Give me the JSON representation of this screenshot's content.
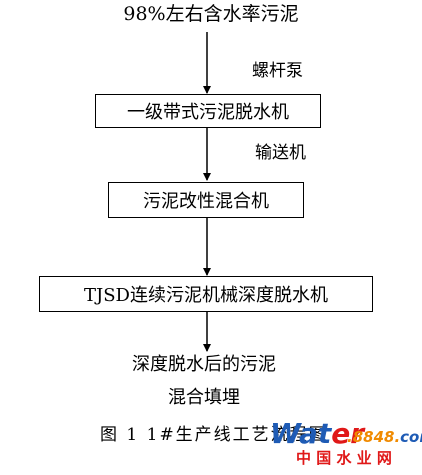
{
  "diagram": {
    "top_label": "98%左右含水率污泥",
    "edge_labels": [
      "螺杆泵",
      "输送机"
    ],
    "boxes": [
      "一级带式污泥脱水机",
      "污泥改性混合机",
      "TJSD连续污泥机械深度脱水机"
    ],
    "result_lines": [
      "深度脱水后的污泥",
      "混合填埋"
    ],
    "caption": "图 1   1#生产线工艺流程图"
  },
  "watermark": {
    "logo_a": "Wat",
    "logo_b": "er",
    "domain": ".8848.",
    "domain_tld": "com",
    "site_name": "中 国 水 业 网",
    "colors": {
      "blue": "#1e5bb5",
      "red": "#e01818",
      "orange": "#f08a00"
    }
  }
}
